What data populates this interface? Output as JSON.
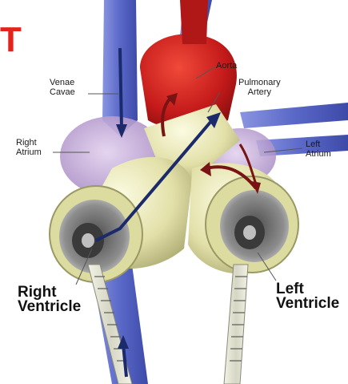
{
  "corner_mark": "T",
  "labels": {
    "aorta": "Aorta",
    "pulmonary_artery_line1": "Pulmonary",
    "pulmonary_artery_line2": "Artery",
    "venae_cavae_line1": "Venae",
    "venae_cavae_line2": "Cavae",
    "right_atrium_line1": "Right",
    "right_atrium_line2": "Atrium",
    "left_atrium_line1": "Left",
    "left_atrium_line2": "Atrium",
    "right_ventricle_line1": "Right",
    "right_ventricle_line2": "Ventricle",
    "left_ventricle_line1": "Left",
    "left_ventricle_line2": "Ventricle"
  },
  "colors": {
    "vein_blue": "#5a68c8",
    "aorta_red": "#c41a1a",
    "pump_cream": "#e7e6b2",
    "flow_arrow_navy": "#1a2a6a",
    "flow_arrow_darkred": "#7a1414",
    "atrium_purple": "#c7b0d8",
    "accent_red": "#e2241c"
  }
}
